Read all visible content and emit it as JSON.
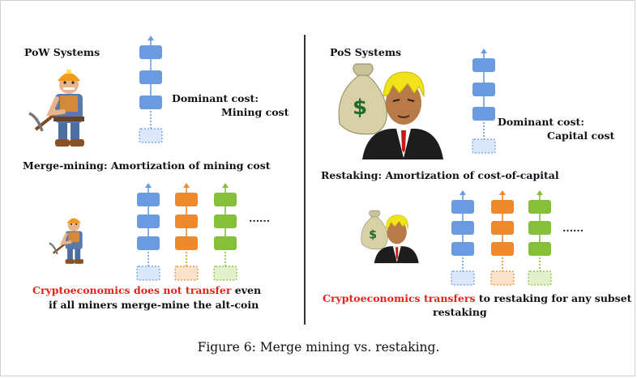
{
  "colors": {
    "blue_block": "#6a9be0",
    "orange_block": "#ee8a2d",
    "green_block": "#86bf3a",
    "highlight_red": "#e0241b"
  },
  "left": {
    "heading": "PoW Systems",
    "cost_line1": "Dominant cost:",
    "cost_line2": "Mining cost",
    "subheading": "Merge-mining: Amortization of mining cost",
    "ellipsis": "......",
    "conclusion_red": "Cryptoeconomics does not transfer",
    "conclusion_rest": " even",
    "conclusion_line2": "if all miners merge-mine the alt-coin",
    "icon": "miner-icon"
  },
  "right": {
    "heading": "PoS Systems",
    "cost_line1": "Dominant cost:",
    "cost_line2": "Capital cost",
    "subheading": "Restaking: Amortization of cost-of-capital",
    "ellipsis": "......",
    "conclusion_red": "Cryptoeconomics transfers",
    "conclusion_rest": " to restaking for any subset",
    "conclusion_line2": "restaking",
    "icon": "capitalist-icon"
  },
  "caption": "Figure 6: Merge mining vs. restaking."
}
